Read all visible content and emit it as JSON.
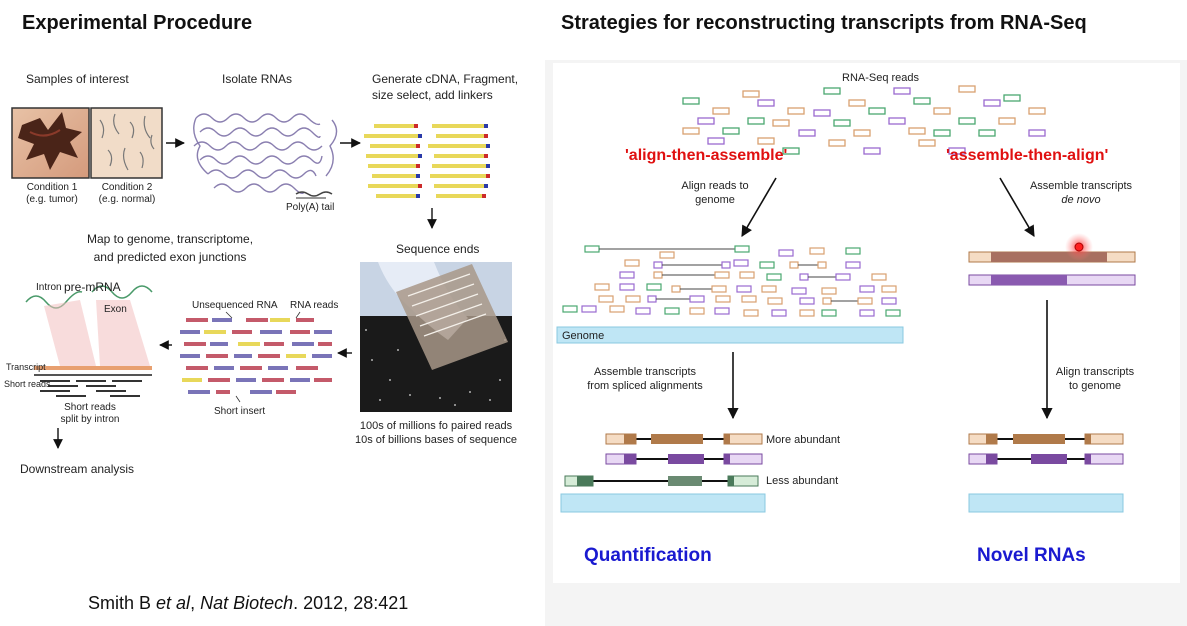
{
  "left": {
    "title": "Experimental Procedure",
    "samples_label": "Samples of interest",
    "isolate_label": "Isolate RNAs",
    "generate_label_1": "Generate cDNA, Fragment,",
    "generate_label_2": "size select, add linkers",
    "cond1_1": "Condition 1",
    "cond1_2": "(e.g. tumor)",
    "cond2_1": "Condition 2",
    "cond2_2": "(e.g. normal)",
    "polya": "Poly(A) tail",
    "map_1": "Map to genome, transcriptome,",
    "map_2": "and predicted exon junctions",
    "sequence_ends": "Sequence ends",
    "intron": "Intron",
    "pre_mrna": "pre-mRNA",
    "exon": "Exon",
    "transcript": "Transcript",
    "short_reads": "Short reads",
    "split_1": "Short reads",
    "split_2": "split by intron",
    "unsequenced": "Unsequenced RNA",
    "rna_reads": "RNA reads",
    "short_insert": "Short insert",
    "millions": "100s of millions fo paired reads",
    "billions": "10s of billions bases of sequence",
    "downstream": "Downstream analysis"
  },
  "right": {
    "title": "Strategies for reconstructing transcripts from RNA-Seq",
    "rnaseq_reads": "RNA-Seq reads",
    "align_then_assemble": "'align-then-assemble'",
    "assemble_then_align": "'assemble-then-align'",
    "align_reads_1": "Align reads to",
    "align_reads_2": "genome",
    "assemble_denovo_1": "Assemble transcripts",
    "assemble_denovo_2": "de novo",
    "genome": "Genome",
    "assemble_spliced_1": "Assemble transcripts",
    "assemble_spliced_2": "from spliced alignments",
    "align_transcripts_1": "Align transcripts",
    "align_transcripts_2": "to genome",
    "more_abundant": "More abundant",
    "less_abundant": "Less abundant",
    "quantification": "Quantification",
    "novel_rnas": "Novel RNAs"
  },
  "citation": {
    "author": "Smith B ",
    "etal": "et al",
    "sep": ", ",
    "journal": "Nat Biotech",
    "rest": ". 2012, 28:421"
  },
  "colors": {
    "read_orange": "#d9a070",
    "read_green": "#4aa870",
    "read_purple": "#9a6ad0",
    "genome_blue": "#bfe6f5",
    "label_red": "#e01010",
    "label_blue": "#1a1ad0"
  }
}
